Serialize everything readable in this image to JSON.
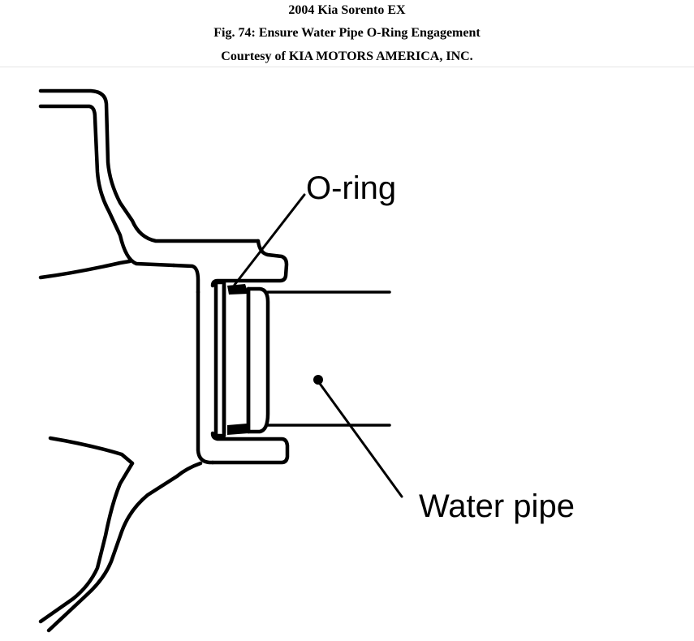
{
  "header": {
    "vehicle": "2004 Kia Sorento EX",
    "figure_title": "Fig. 74: Ensure Water Pipe O-Ring Engagement",
    "courtesy": "Courtesy of KIA MOTORS AMERICA, INC."
  },
  "diagram": {
    "callouts": {
      "o_ring": "O-ring",
      "water_pipe": "Water pipe"
    },
    "colors": {
      "line": "#000000",
      "background": "#ffffff"
    }
  }
}
